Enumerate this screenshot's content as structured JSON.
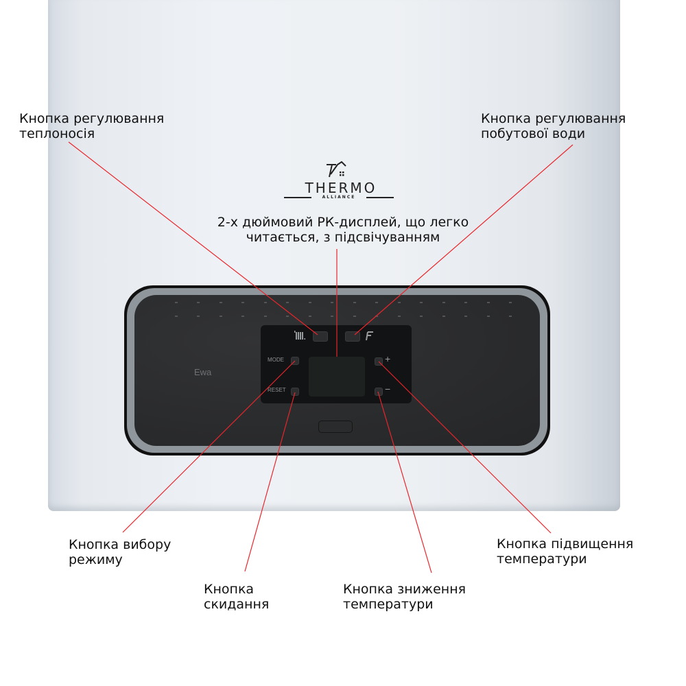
{
  "brand": {
    "name": "THERMO",
    "subname": "ALLIANCE",
    "model": "Ewa"
  },
  "panel": {
    "mode_label": "MODE",
    "reset_label": "RESET",
    "plus_symbol": "+",
    "minus_symbol": "−",
    "heating_icon": "radiator-icon",
    "dhw_icon": "tap-icon"
  },
  "callouts": {
    "heating_button": {
      "line1": "Кнопка регулювання",
      "line2": "теплоносія"
    },
    "dhw_button": {
      "line1": "Кнопка регулювання",
      "line2": "побутової води"
    },
    "lcd_display": {
      "line1": "2-х дюймовий РК-дисплей, що легко",
      "line2": "читається, з підсвічуванням"
    },
    "mode_button": {
      "line1": "Кнопка вибору",
      "line2": "режиму"
    },
    "reset_button": {
      "line1": "Кнопка",
      "line2": "скидання"
    },
    "minus_button": {
      "line1": "Кнопка зниження",
      "line2": "температури"
    },
    "plus_button": {
      "line1": "Кнопка підвищення",
      "line2": "температури"
    }
  },
  "colors": {
    "callout_line": "#e8262b",
    "panel_dark": "#2b2c2e",
    "rim_gray": "#8f979d",
    "body": "#eef1f5"
  }
}
